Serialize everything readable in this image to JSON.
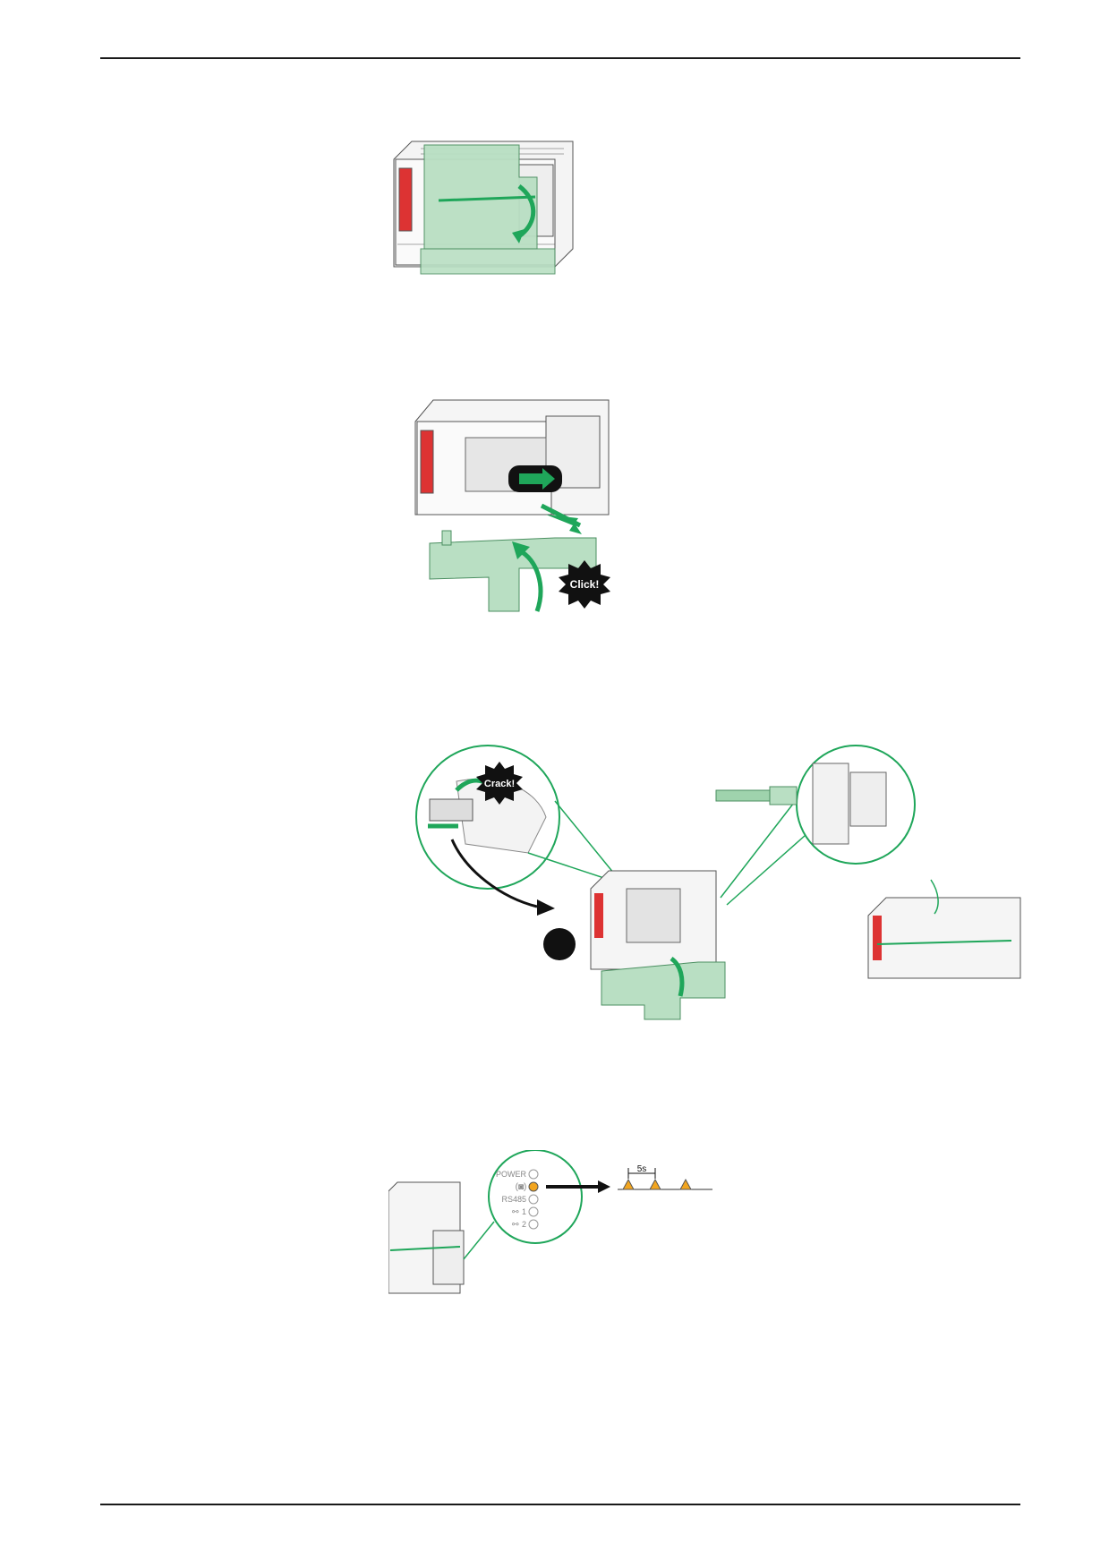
{
  "figures": {
    "fig2": {
      "click_label": "Click!"
    },
    "fig3": {
      "crack_label": "Crack!"
    },
    "fig4": {
      "led_labels": {
        "power": "POWER",
        "rs485": "RS485",
        "eth1": "1",
        "eth2": "2"
      },
      "interval_label": "5s",
      "led_active_color": "#F2A51F"
    }
  },
  "colors": {
    "accent_green": "#1FA65A",
    "cover_green": "#B9DFC3"
  }
}
